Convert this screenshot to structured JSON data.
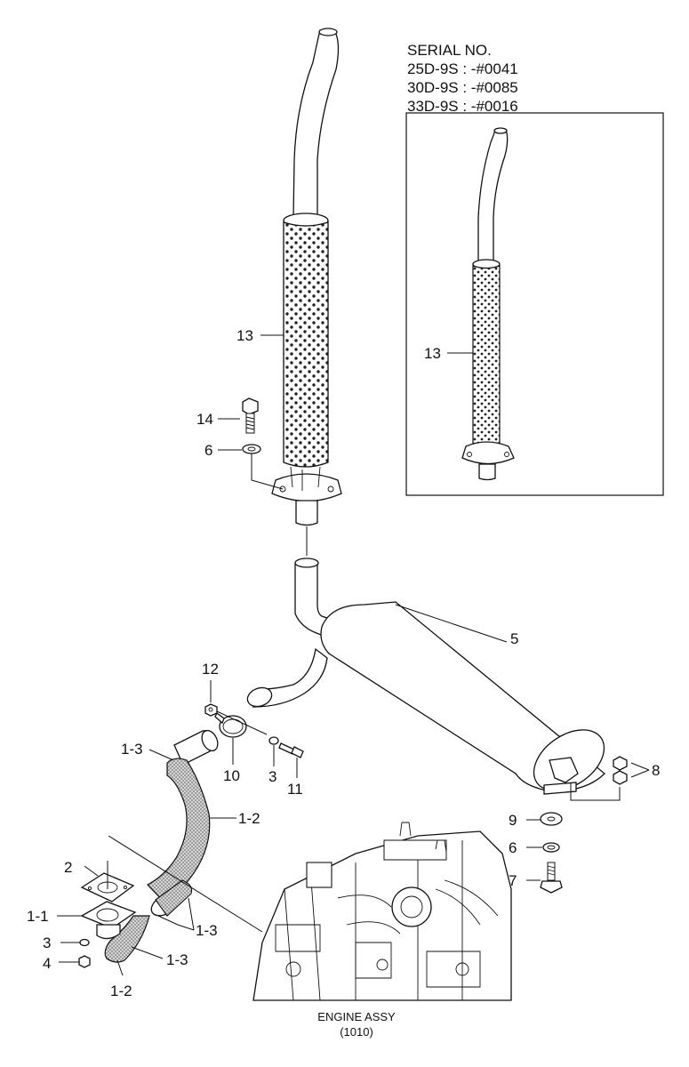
{
  "serial": {
    "header": "SERIAL NO.",
    "lines": [
      "25D-9S : -#0041",
      "30D-9S : -#0085",
      "33D-9S : -#0016"
    ]
  },
  "labels": {
    "p13_main": "13",
    "p13_inset": "13",
    "p14": "14",
    "p6_top": "6",
    "p5": "5",
    "p12": "12",
    "p1_3_top": "1-3",
    "p10": "10",
    "p3_mid": "3",
    "p11": "11",
    "p1_2_mid": "1-2",
    "p8": "8",
    "p9": "9",
    "p6_bottom": "6",
    "p7": "7",
    "p2": "2",
    "p1_1": "1-1",
    "p1_3_right": "1-3",
    "p3_bottom": "3",
    "p1_3_bottom": "1-3",
    "p4": "4",
    "p1_2_bottom": "1-2"
  },
  "engine": {
    "name": "ENGINE ASSY",
    "code": "(1010)"
  }
}
